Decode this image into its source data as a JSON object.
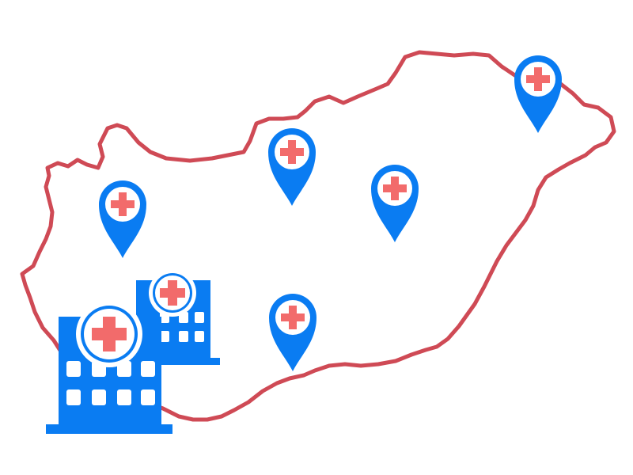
{
  "colors": {
    "border": "#cf4a55",
    "pin": "#0a7cf2",
    "cross": "#f26b6b",
    "building": "#0a7cf2",
    "window": "#ffffff",
    "background": "#ffffff"
  },
  "map": {
    "region": "country-outline",
    "icons": {
      "pin": "map-pin-icon",
      "cross": "medical-cross-icon",
      "hospital": "hospital-building-icon"
    },
    "pins": [
      {
        "id": "northeast"
      },
      {
        "id": "north-center"
      },
      {
        "id": "center-east"
      },
      {
        "id": "west"
      },
      {
        "id": "south-center"
      }
    ],
    "hospitals": [
      {
        "id": "hospital-large"
      },
      {
        "id": "hospital-small"
      }
    ]
  }
}
